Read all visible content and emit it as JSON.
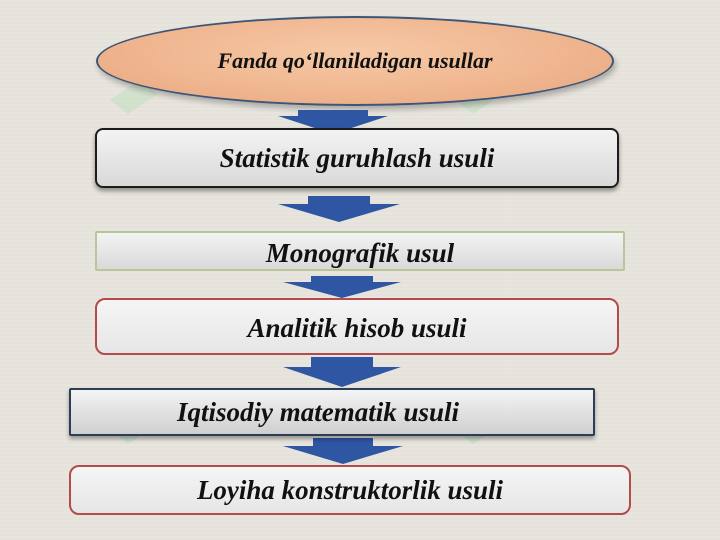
{
  "diagram": {
    "top_node": {
      "label": "Fanda qo‘llaniladigan usullar"
    },
    "steps": [
      {
        "label": "Statistik guruhlash usuli"
      },
      {
        "label": "Monografik usul"
      },
      {
        "label": "Analitik hisob usuli"
      },
      {
        "label": "Iqtisodiy matematik usuli"
      },
      {
        "label": "Loyiha konstruktorlik usuli"
      }
    ],
    "arrow_color": "#2f56a3",
    "ellipse_fill": "#efb58f"
  }
}
